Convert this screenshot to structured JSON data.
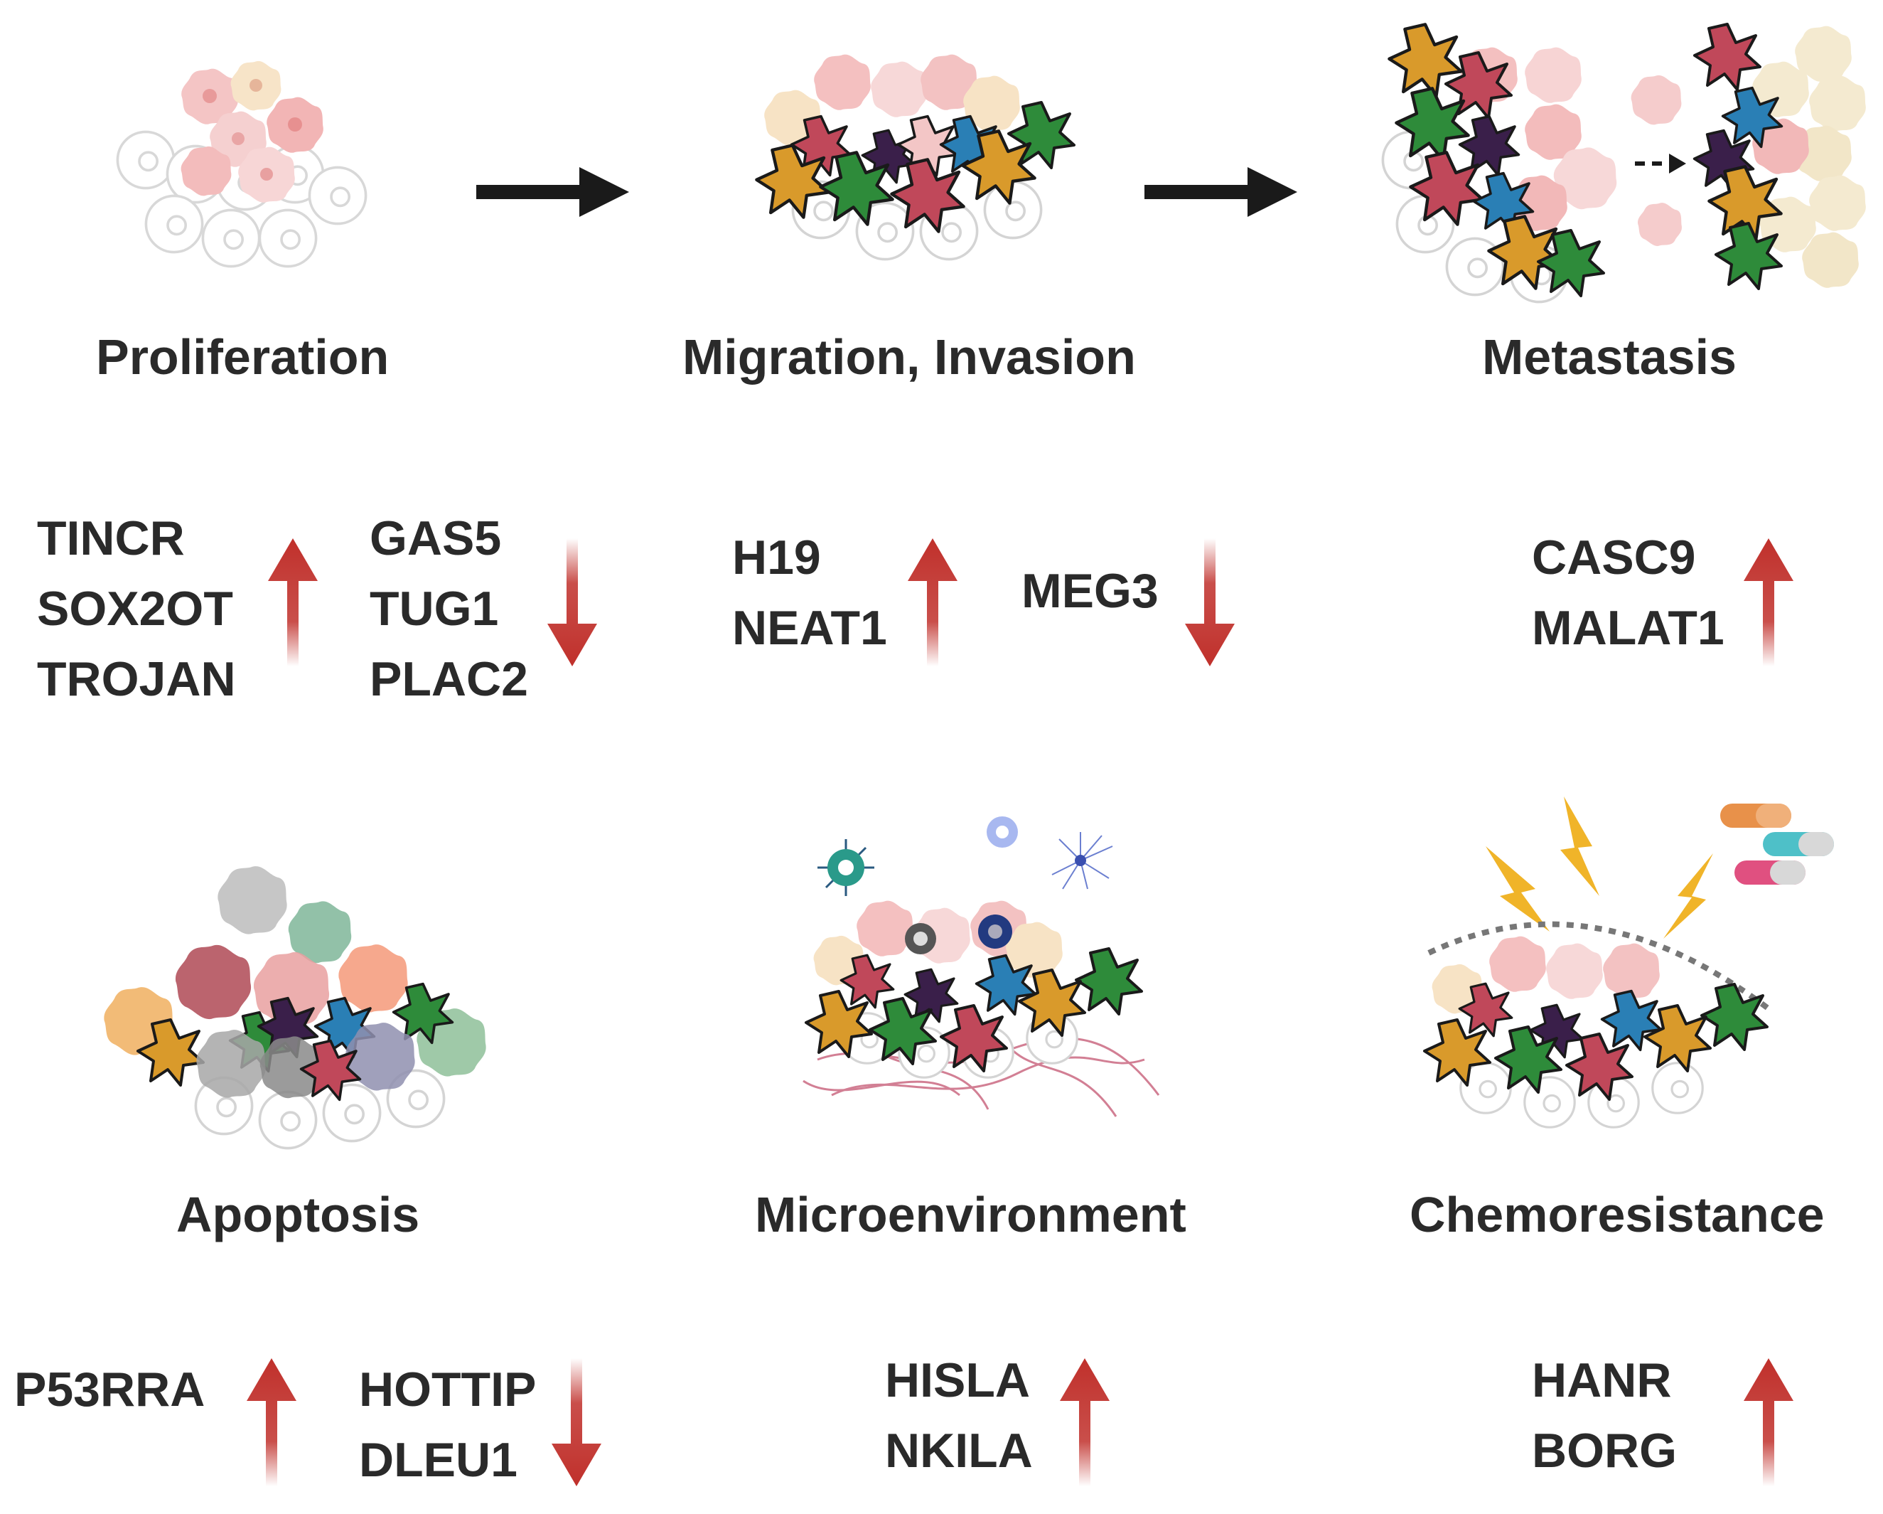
{
  "stages": {
    "proliferation": {
      "title": "Proliferation",
      "up": [
        "TINCR",
        "SOX2OT",
        "TROJAN"
      ],
      "down": [
        "GAS5",
        "TUG1",
        "PLAC2"
      ]
    },
    "migration": {
      "title": "Migration, Invasion",
      "up": [
        "H19",
        "NEAT1"
      ],
      "down": [
        "MEG3"
      ]
    },
    "metastasis": {
      "title": "Metastasis",
      "up": [
        "CASC9",
        "MALAT1"
      ]
    },
    "apoptosis": {
      "title": "Apoptosis",
      "up": [
        "P53RRA"
      ],
      "down": [
        "HOTTIP",
        "DLEU1"
      ]
    },
    "microenvironment": {
      "title": "Microenvironment",
      "up": [
        "HISLA",
        "NKILA"
      ]
    },
    "chemoresistance": {
      "title": "Chemoresistance",
      "up": [
        "HANR",
        "BORG"
      ]
    }
  },
  "colors": {
    "arrow_red": "#c0302b",
    "arrow_black": "#1a1a1a",
    "cell_orange": "#d99a2b",
    "cell_green": "#2e8b3a",
    "cell_purple": "#3a1f4a",
    "cell_blue": "#2a7fb5",
    "cell_red": "#c0485a",
    "cell_pink": "#f2b8b8",
    "cell_cream": "#f7e9c8",
    "lightning": "#f0b429"
  }
}
